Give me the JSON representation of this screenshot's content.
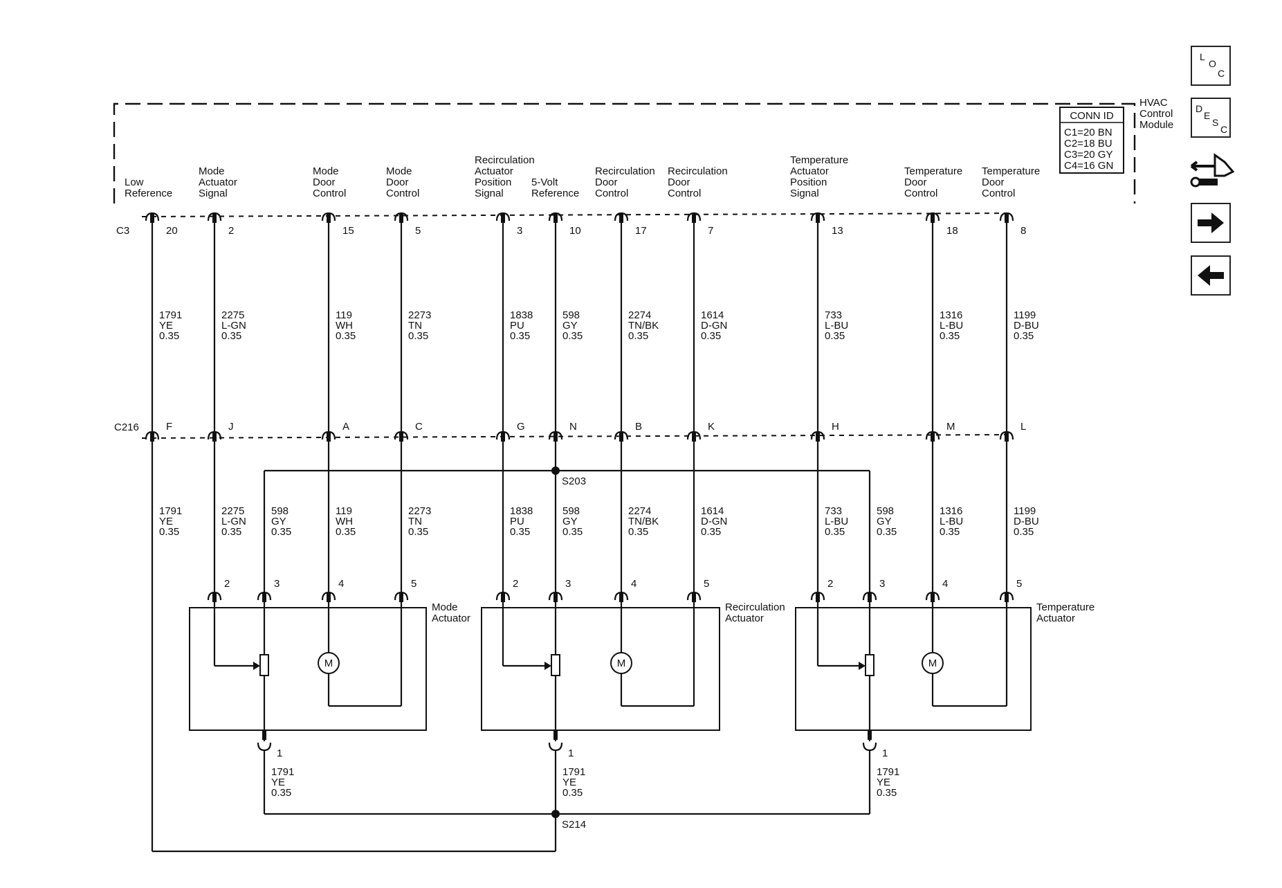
{
  "module": {
    "name_lines": [
      "HVAC",
      "Control",
      "Module"
    ],
    "conn_id": {
      "title": "CONN ID",
      "rows": [
        "C1=20 BN",
        "C2=18 BU",
        "C3=20 GY",
        "C4=16 GN"
      ]
    },
    "connector": "C3"
  },
  "inline_connector": "C216",
  "splices": {
    "reference": "S203",
    "ground": "S214"
  },
  "circuits": [
    {
      "label": [
        "Low",
        "Reference"
      ],
      "pin": "20",
      "c216": "F",
      "upper": [
        "1791",
        "YE",
        "0.35"
      ],
      "lower": [
        "1791",
        "YE",
        "0.35"
      ]
    },
    {
      "label": [
        "Mode",
        "Actuator",
        "Signal"
      ],
      "pin": "2",
      "c216": "J",
      "upper": [
        "2275",
        "L-GN",
        "0.35"
      ],
      "lower": [
        "2275",
        "L-GN",
        "0.35"
      ]
    },
    {
      "label": [
        "Mode",
        "Door",
        "Control"
      ],
      "pin": "15",
      "c216": "A",
      "upper": [
        "119",
        "WH",
        "0.35"
      ],
      "lower": [
        "119",
        "WH",
        "0.35"
      ]
    },
    {
      "label": [
        "Mode",
        "Door",
        "Control"
      ],
      "pin": "5",
      "c216": "C",
      "upper": [
        "2273",
        "TN",
        "0.35"
      ],
      "lower": [
        "2273",
        "TN",
        "0.35"
      ]
    },
    {
      "label": [
        "Recirculation",
        "Actuator",
        "Position",
        "Signal"
      ],
      "pin": "3",
      "c216": "G",
      "upper": [
        "1838",
        "PU",
        "0.35"
      ],
      "lower": [
        "1838",
        "PU",
        "0.35"
      ]
    },
    {
      "label": [
        "5-Volt",
        "Reference"
      ],
      "pin": "10",
      "c216": "N",
      "upper": [
        "598",
        "GY",
        "0.35"
      ],
      "lower": [
        "598",
        "GY",
        "0.35"
      ]
    },
    {
      "label": [
        "Recirculation",
        "Door",
        "Control"
      ],
      "pin": "17",
      "c216": "B",
      "upper": [
        "2274",
        "TN/BK",
        "0.35"
      ],
      "lower": [
        "2274",
        "TN/BK",
        "0.35"
      ]
    },
    {
      "label": [
        "Recirculation",
        "Door",
        "Control"
      ],
      "pin": "7",
      "c216": "K",
      "upper": [
        "1614",
        "D-GN",
        "0.35"
      ],
      "lower": [
        "1614",
        "D-GN",
        "0.35"
      ]
    },
    {
      "label": [
        "Temperature",
        "Actuator",
        "Position",
        "Signal"
      ],
      "pin": "13",
      "c216": "H",
      "upper": [
        "733",
        "L-BU",
        "0.35"
      ],
      "lower": [
        "733",
        "L-BU",
        "0.35"
      ]
    },
    {
      "label": [
        "Temperature",
        "Door",
        "Control"
      ],
      "pin": "18",
      "c216": "M",
      "upper": [
        "1316",
        "L-BU",
        "0.35"
      ],
      "lower": [
        "1316",
        "L-BU",
        "0.35"
      ]
    },
    {
      "label": [
        "Temperature",
        "Door",
        "Control"
      ],
      "pin": "8",
      "c216": "L",
      "upper": [
        "1199",
        "D-BU",
        "0.35"
      ],
      "lower": [
        "1199",
        "D-BU",
        "0.35"
      ]
    }
  ],
  "ref_branch_wire": [
    "598",
    "GY",
    "0.35"
  ],
  "ground_wire": [
    "1791",
    "YE",
    "0.35"
  ],
  "actuators": [
    {
      "name": [
        "Mode",
        "Actuator"
      ],
      "pins": [
        "2",
        "3",
        "4",
        "5"
      ],
      "ground_pin": "1",
      "motor": "M"
    },
    {
      "name": [
        "Recirculation",
        "Actuator"
      ],
      "pins": [
        "2",
        "3",
        "4",
        "5"
      ],
      "ground_pin": "1",
      "motor": "M"
    },
    {
      "name": [
        "Temperature",
        "Actuator"
      ],
      "pins": [
        "2",
        "3",
        "4",
        "5"
      ],
      "ground_pin": "1",
      "motor": "M"
    }
  ],
  "nav": {
    "loc": [
      "L",
      "O",
      "C"
    ],
    "desc": [
      "D",
      "E",
      "S",
      "C"
    ],
    "icons": [
      "connector-end-view-icon",
      "next-arrow-icon",
      "previous-arrow-icon"
    ]
  }
}
